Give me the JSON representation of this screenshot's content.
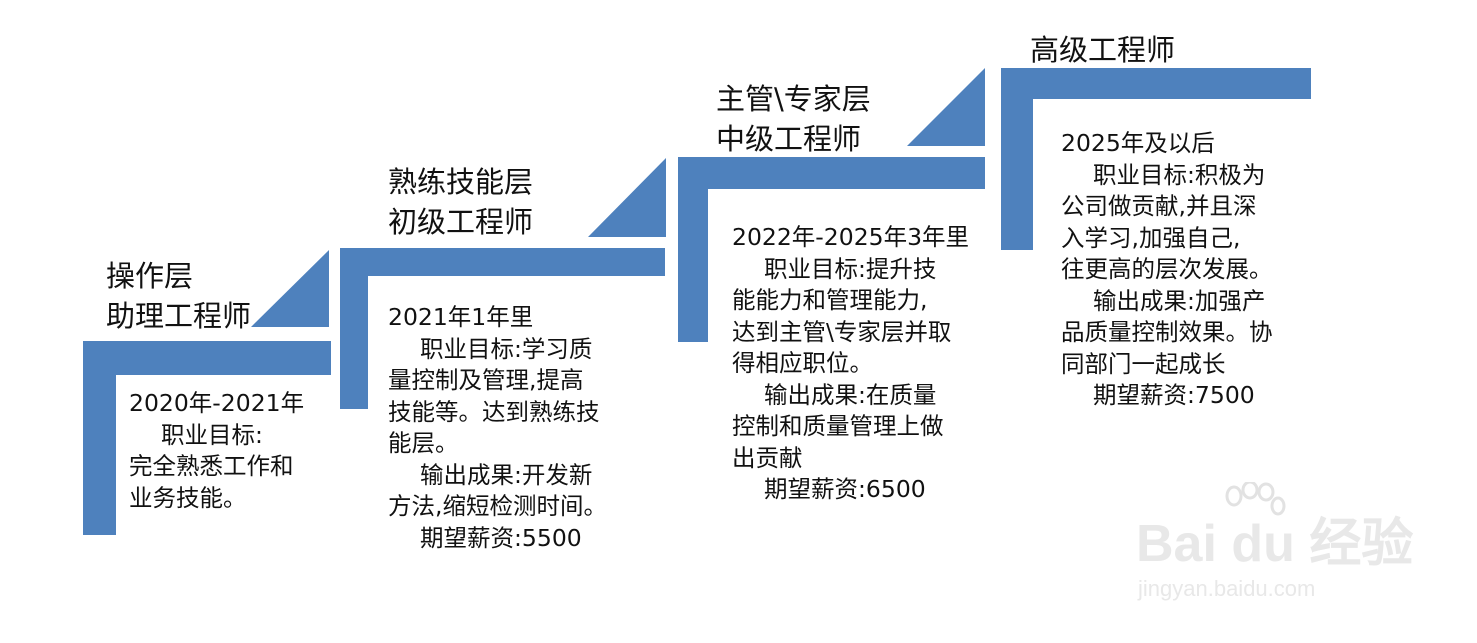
{
  "colors": {
    "shape_fill": "#4e81bd",
    "text": "#111111",
    "watermark": "#e6e6e6"
  },
  "steps": [
    {
      "title": [
        "操作层",
        "助理工程师"
      ],
      "period": "2020年-2021年",
      "goal_label": "职业目标:",
      "goal_text": [
        "完全熟悉工作和",
        "业务技能。"
      ]
    },
    {
      "title": [
        "熟练技能层",
        "初级工程师"
      ],
      "period": "2021年1年里",
      "goal_text": [
        "职业目标:学习质",
        "量控制及管理,提高",
        "技能等。达到熟练技",
        "能层。"
      ],
      "output_text": [
        "输出成果:开发新",
        "方法,缩短检测时间。"
      ],
      "salary": "期望薪资:5500"
    },
    {
      "title": [
        "主管\\专家层",
        "中级工程师"
      ],
      "period": "2022年-2025年3年里",
      "goal_text": [
        "职业目标:提升技",
        "能能力和管理能力,",
        "达到主管\\专家层并取",
        "得相应职位。"
      ],
      "output_text": [
        "输出成果:在质量",
        "控制和质量管理上做",
        "出贡献"
      ],
      "salary": "期望薪资:6500"
    },
    {
      "title": [
        "高级工程师"
      ],
      "period": "2025年及以后",
      "goal_text": [
        "职业目标:积极为",
        "公司做贡献,并且深",
        "入学习,加强自己,",
        "往更高的层次发展。"
      ],
      "output_text": [
        "输出成果:加强产",
        "品质量控制效果。协",
        "同部门一起成长"
      ],
      "salary": "期望薪资:7500"
    }
  ],
  "watermark": {
    "logo_text": "Bai du 经验",
    "url": "jingyan.baidu.com"
  }
}
